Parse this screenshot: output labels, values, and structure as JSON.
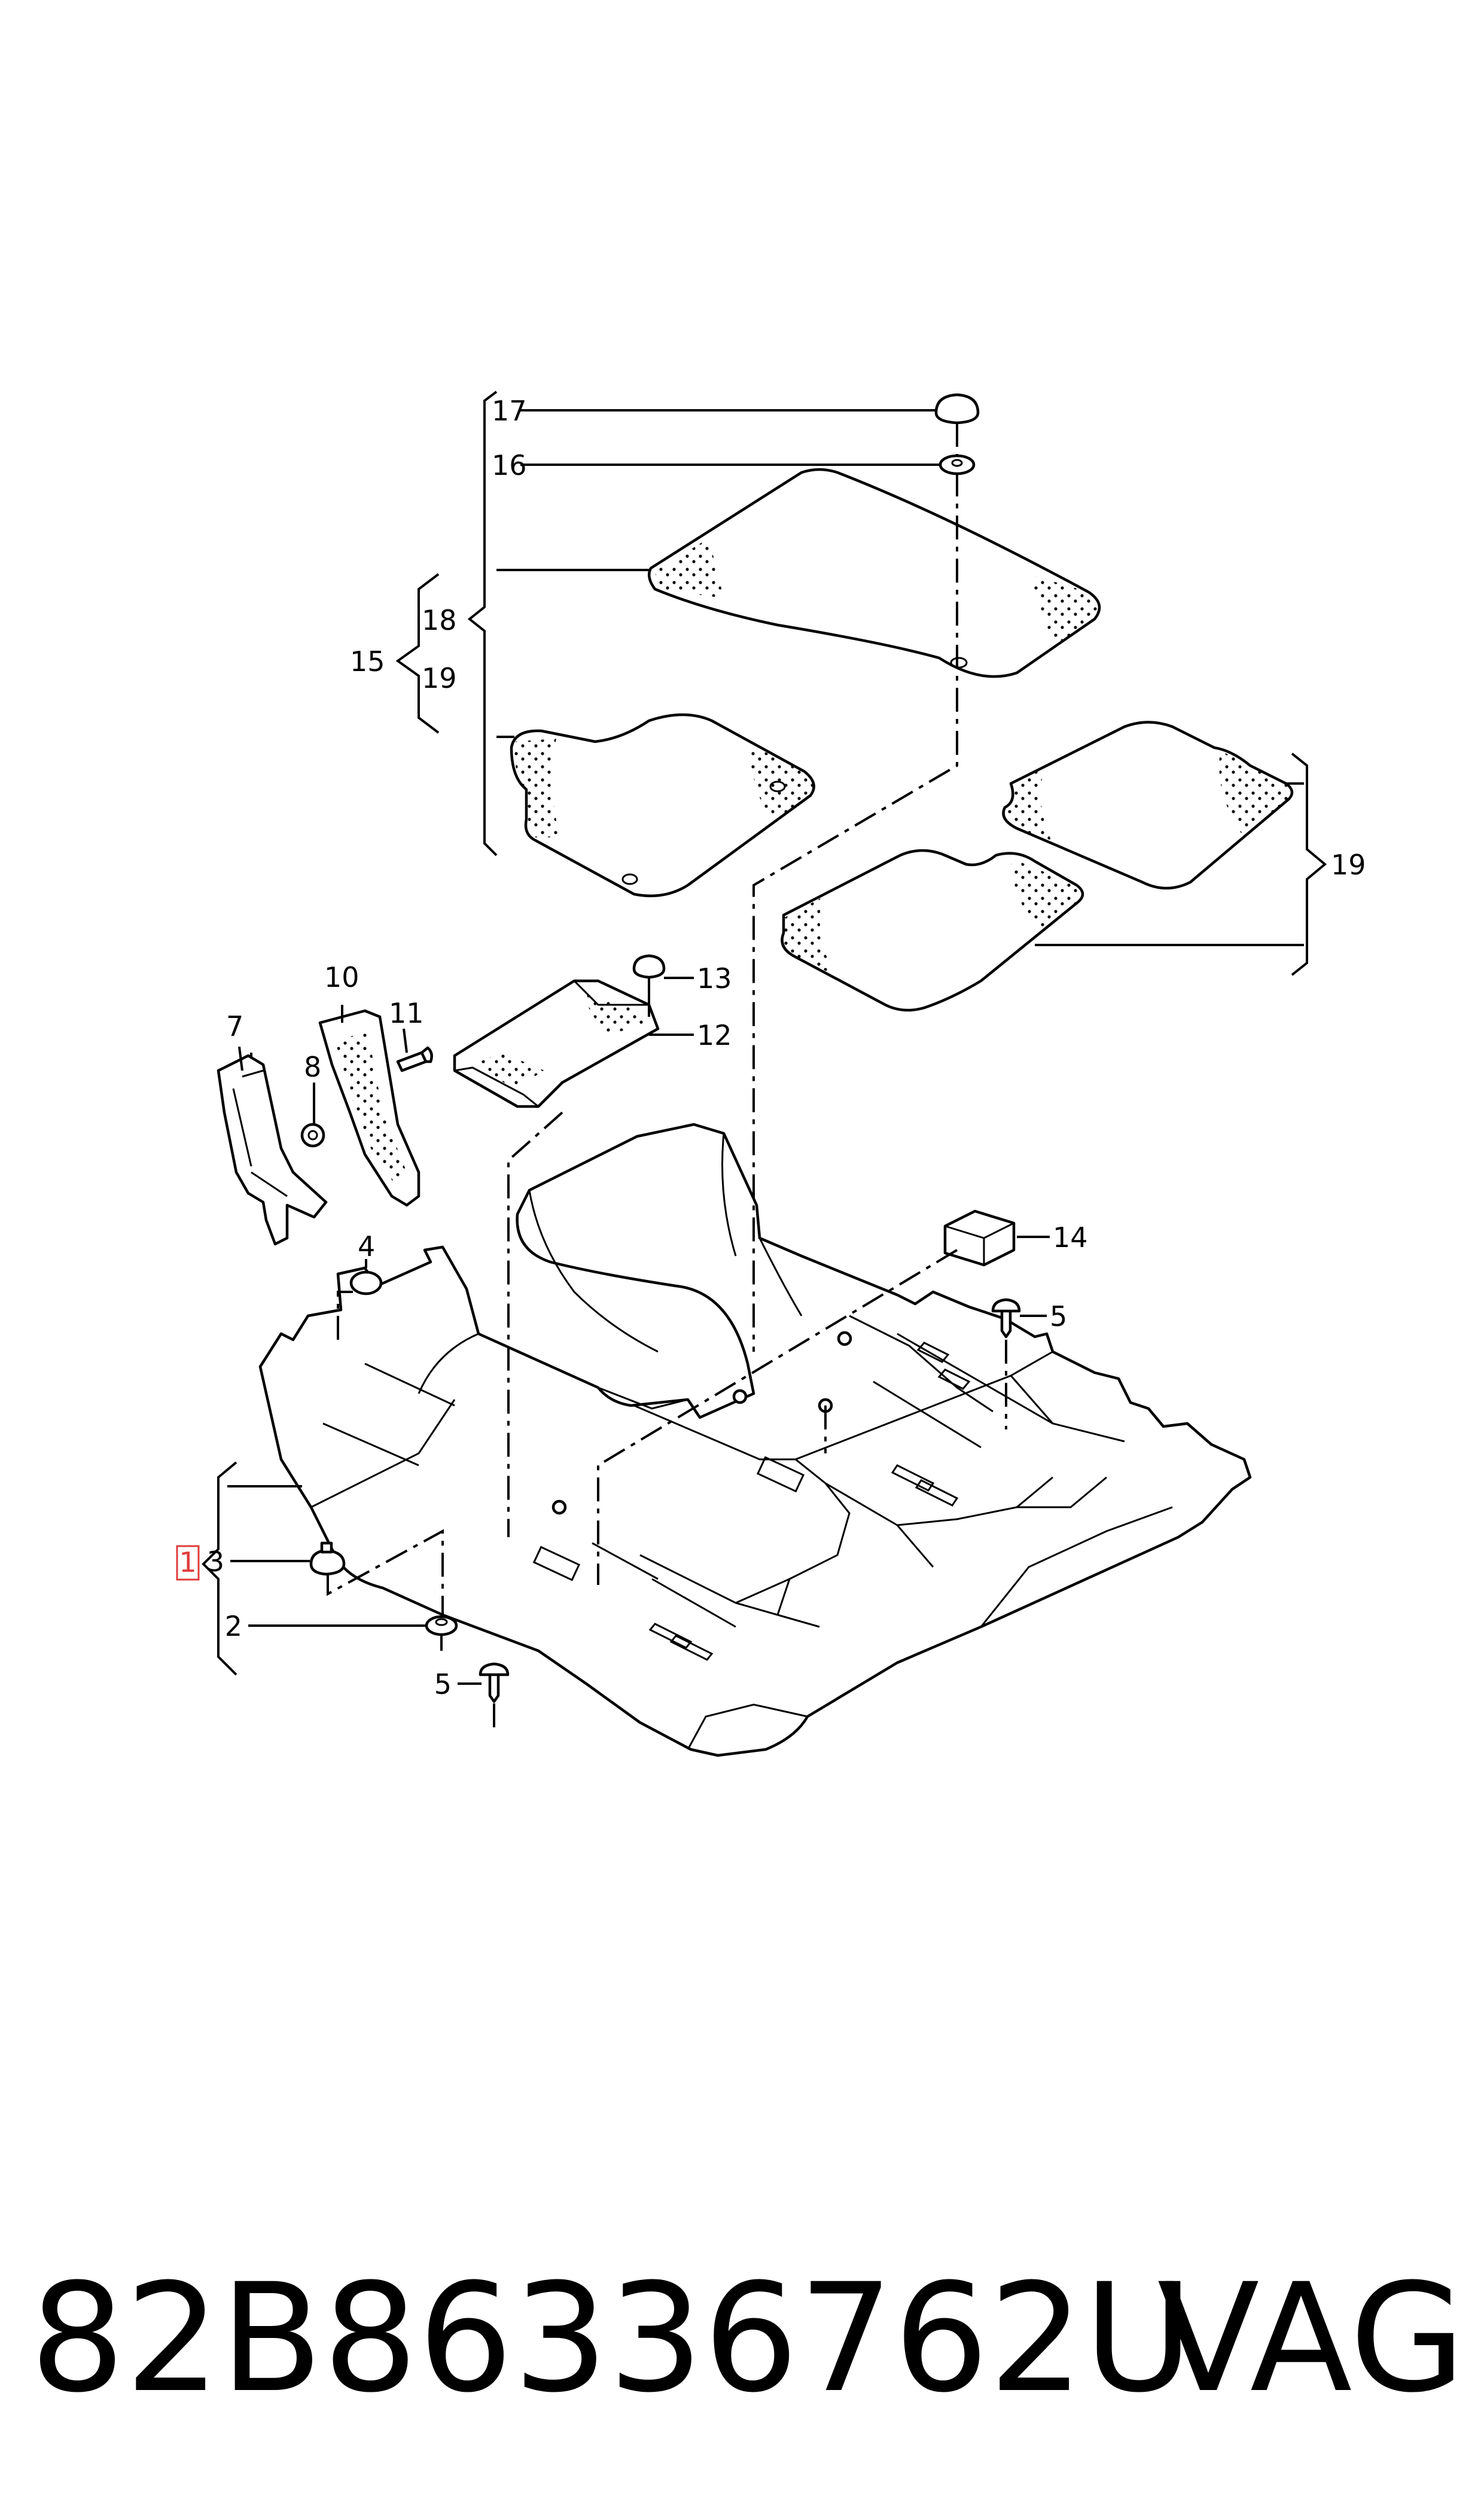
{
  "diagram": {
    "callouts": {
      "c1": "1",
      "c2": "2",
      "c3": "3",
      "c4": "4",
      "c5a": "5",
      "c5b": "5",
      "c7": "7",
      "c8": "8",
      "c10": "10",
      "c11": "11",
      "c12": "12",
      "c13": "13",
      "c14": "14",
      "c15": "15",
      "c16": "16",
      "c17": "17",
      "c18": "18",
      "c19a": "19",
      "c19b": "19"
    },
    "highlight_color": "#e03c3c"
  },
  "footer": {
    "part_number": "82B86336762U",
    "brand": "VAG"
  }
}
